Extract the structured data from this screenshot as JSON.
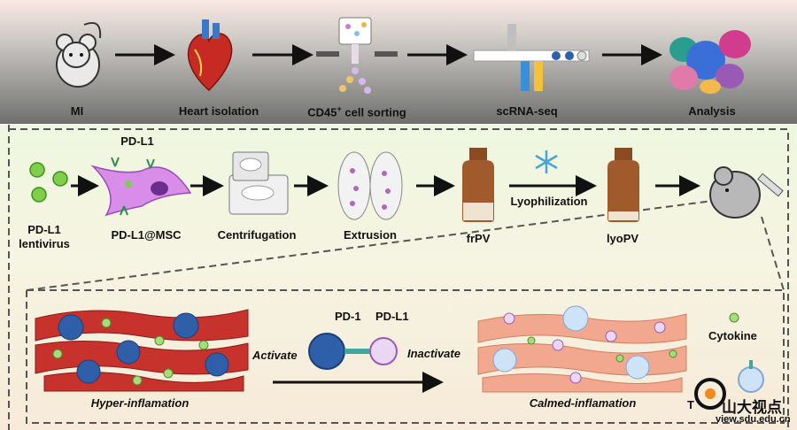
{
  "workflow_top": {
    "steps": [
      "MI",
      "Heart isolation",
      "CD45",
      "cell sorting",
      "scRNA-seq",
      "Analysis"
    ],
    "superscript": "+"
  },
  "workflow_middle": {
    "lentivirus": [
      "PD-L1",
      "lentivirus"
    ],
    "msc": "PD-L1@MSC",
    "pdl1_callout": "PD-L1",
    "centrifugation": "Centrifugation",
    "extrusion": "Extrusion",
    "frpv": "frPV",
    "lyophilization": "Lyophilization",
    "lyopv": "lyoPV"
  },
  "mechanism": {
    "hyper": "Hyper-inflamation",
    "activate": "Activate",
    "pd1": "PD-1",
    "pdl1": "PD-L1",
    "inactivate": "Inactivate",
    "calmed": "Calmed-inflamation",
    "cytokine": "Cytokine",
    "t_cell_prefix": "T"
  },
  "watermark": {
    "logo_text": "山大视点",
    "url": "view.sdu.edu.cn"
  },
  "colors": {
    "arrow": "#111111",
    "red_tissue": "#c8322c",
    "calm_tissue": "#f1a88e",
    "t_cell": "#2f5fa8",
    "cytokine": "#a8dc7a",
    "vial": "#8b4a22",
    "dashed": "#555555"
  }
}
